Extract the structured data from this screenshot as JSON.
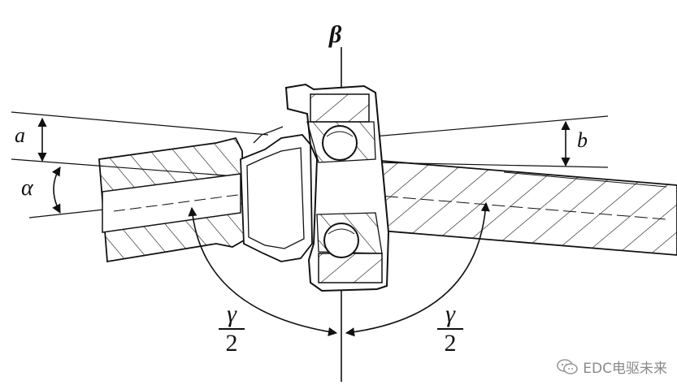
{
  "labels": {
    "beta": "β",
    "a": "a",
    "b": "b",
    "alpha": "α",
    "gamma_left_num": "γ",
    "gamma_left_den": "2",
    "gamma_right_num": "γ",
    "gamma_right_den": "2"
  },
  "watermark": {
    "text": "EDC电驱未来",
    "icon": "wechat-icon"
  },
  "colors": {
    "line": "#111111",
    "watermark": "#8a8a8a"
  }
}
